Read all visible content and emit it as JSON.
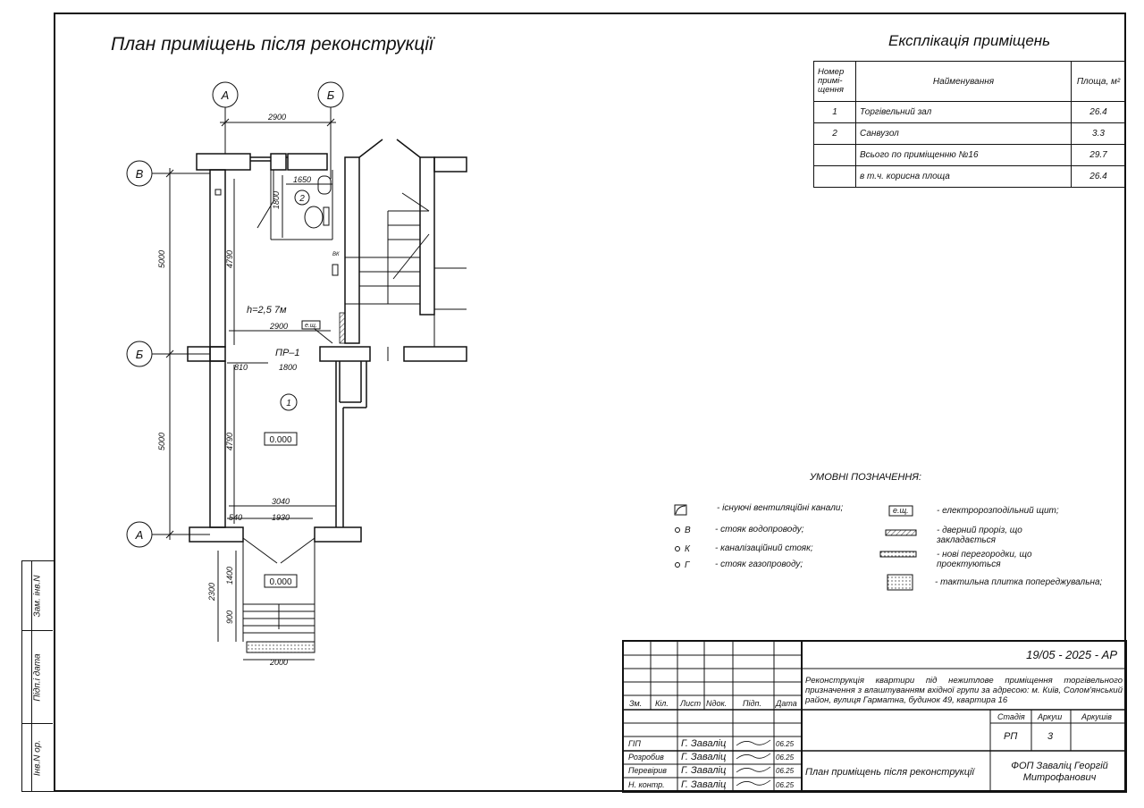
{
  "drawing": {
    "title": "План приміщень після реконструкції",
    "axes": {
      "a": "А",
      "b": "Б",
      "v": "В"
    },
    "dims": {
      "top_2900": "2900",
      "d1650": "1650",
      "d1800_v": "1800",
      "d4790_top": "4790",
      "d5000_top": "5000",
      "d2900_mid": "2900",
      "d810": "810",
      "d1800": "1800",
      "d4790_bot": "4790",
      "d5000_bot": "5000",
      "d3040": "3040",
      "d540": "540",
      "d1930": "1930",
      "d1400": "1400",
      "d2300": "2300",
      "d900": "900",
      "d2000": "2000"
    },
    "labels": {
      "height": "h=2,5 7м",
      "room1": "1",
      "room2": "2",
      "pr1": "ПР–1",
      "level_in": "0.000",
      "level_out": "0.000",
      "eshch": "е.щ.",
      "riser_v": "В",
      "riser_k": "К"
    }
  },
  "explication": {
    "title": "Експлікація приміщень",
    "headers": {
      "num": "Номер примі- щення",
      "name": "Найменування",
      "area": "Площа, м²"
    },
    "rows": [
      {
        "num": "1",
        "name": "Торгівельний зал",
        "area": "26.4"
      },
      {
        "num": "2",
        "name": "Санвузол",
        "area": "3.3"
      },
      {
        "num": "",
        "name": "Всього по приміщенню №16",
        "area": "29.7"
      },
      {
        "num": "",
        "name": "в т.ч. корисна площа",
        "area": "26.4"
      }
    ]
  },
  "legend": {
    "title": "УМОВНІ ПОЗНАЧЕННЯ:",
    "vent": "- існуючі вентиляційні канали;",
    "water_sym": "В",
    "water": "- стояк водопроводу;",
    "sewer_sym": "К",
    "sewer": "- каналізаційний стояк;",
    "gas_sym": "Г",
    "gas": "- стояк газопроводу;",
    "panel_sym": "е.щ.",
    "panel": "- електророзподільний щит;",
    "door": "- дверний проріз, що закладається",
    "partition": "- нові перегородки, що проектуються",
    "tactile": "- тактильна плитка попереджувальна;"
  },
  "stamp": {
    "code": "19/05 - 2025 - АР",
    "description": "Реконструкція квартири під нежитлове приміщення торгівельного призначення з влаштуванням вхідної групи за адресою: м. Київ, Солом'янський район, вулиця Гарматна, будинок 49, квартира 16",
    "cols": {
      "zm": "Зм.",
      "kil": "Кіл.",
      "lyst": "Лист",
      "ndok": "Nдок.",
      "pidp": "Підп.",
      "data": "Дата"
    },
    "roles": [
      {
        "role": "ГІП",
        "name": "Г. Заваліц",
        "date": "06.25"
      },
      {
        "role": "Розробив",
        "name": "Г. Заваліц",
        "date": "06.25"
      },
      {
        "role": "Перевірив",
        "name": "Г. Заваліц",
        "date": "06.25"
      },
      {
        "role": "Н. контр.",
        "name": "Г. Заваліц",
        "date": "06.25"
      }
    ],
    "stage_label": "Стадія",
    "sheet_label": "Аркуш",
    "sheets_label": "Аркушів",
    "stage": "РП",
    "sheet": "3",
    "sheets": "",
    "sheet_title": "План приміщень після реконструкції",
    "firm": "ФОП Заваліц Георгій Митрофанович"
  },
  "side": {
    "zam": "Зам. інв.N",
    "pidp": "Підп.і дата",
    "inv": "Інв.N ор."
  }
}
